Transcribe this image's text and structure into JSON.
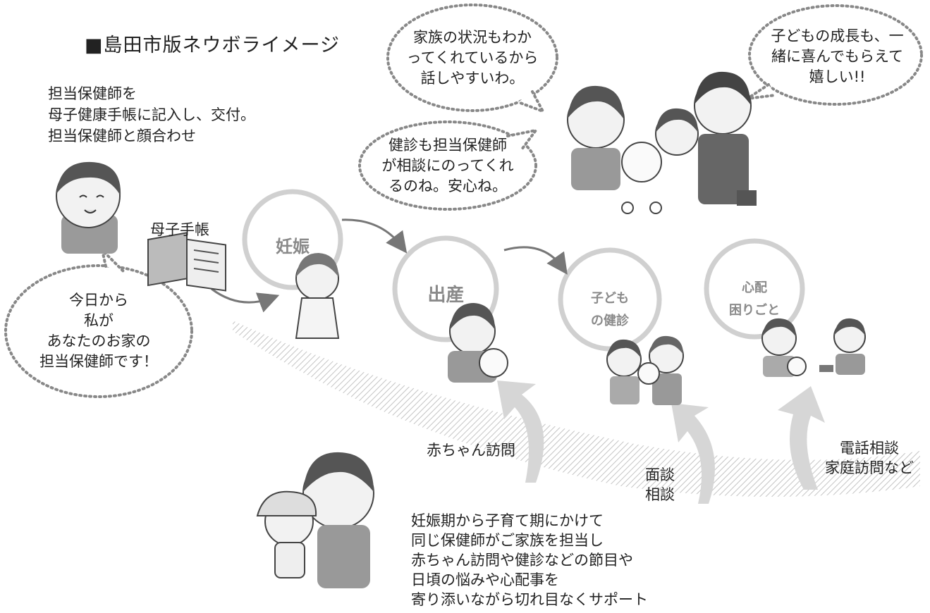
{
  "title": "■島田市版ネウボライメージ",
  "intro": {
    "line1": "担当保健師を",
    "line2": "母子健康手帳に記入し、交付。",
    "line3": "担当保健師と顔合わせ"
  },
  "boshi_techo_label": "母子手帳",
  "bubbles": {
    "nurse": [
      "今日から",
      "私が",
      "あなたのお家の",
      "担当保健師です！"
    ],
    "family": [
      "家族の状況もわか",
      "ってくれているから",
      "話しやすいわ。"
    ],
    "checkup": [
      "健診も担当保健師",
      "が相談にのってくれ",
      "るのね。安心ね。"
    ],
    "growth": [
      "子どもの成長も、一",
      "緒に喜んでもらえて",
      "嬉しい!!"
    ]
  },
  "stages": {
    "pregnancy": "妊娠",
    "birth": "出産",
    "child_checkup_1": "子ども",
    "child_checkup_2": "の健診",
    "worries_1": "心配",
    "worries_2": "困りごと"
  },
  "support": {
    "baby_visit": "赤ちゃん訪問",
    "interview_1": "面談",
    "interview_2": "相談",
    "phone_1": "電話相談",
    "phone_2": "家庭訪問など"
  },
  "bottom_text": [
    "妊娠期から子育て期にかけて",
    "同じ保健師がご家族を担当し",
    "赤ちゃん訪問や健診などの節目や",
    "日頃の悩みや心配事を",
    "寄り添いながら切れ目なくサポート"
  ]
}
